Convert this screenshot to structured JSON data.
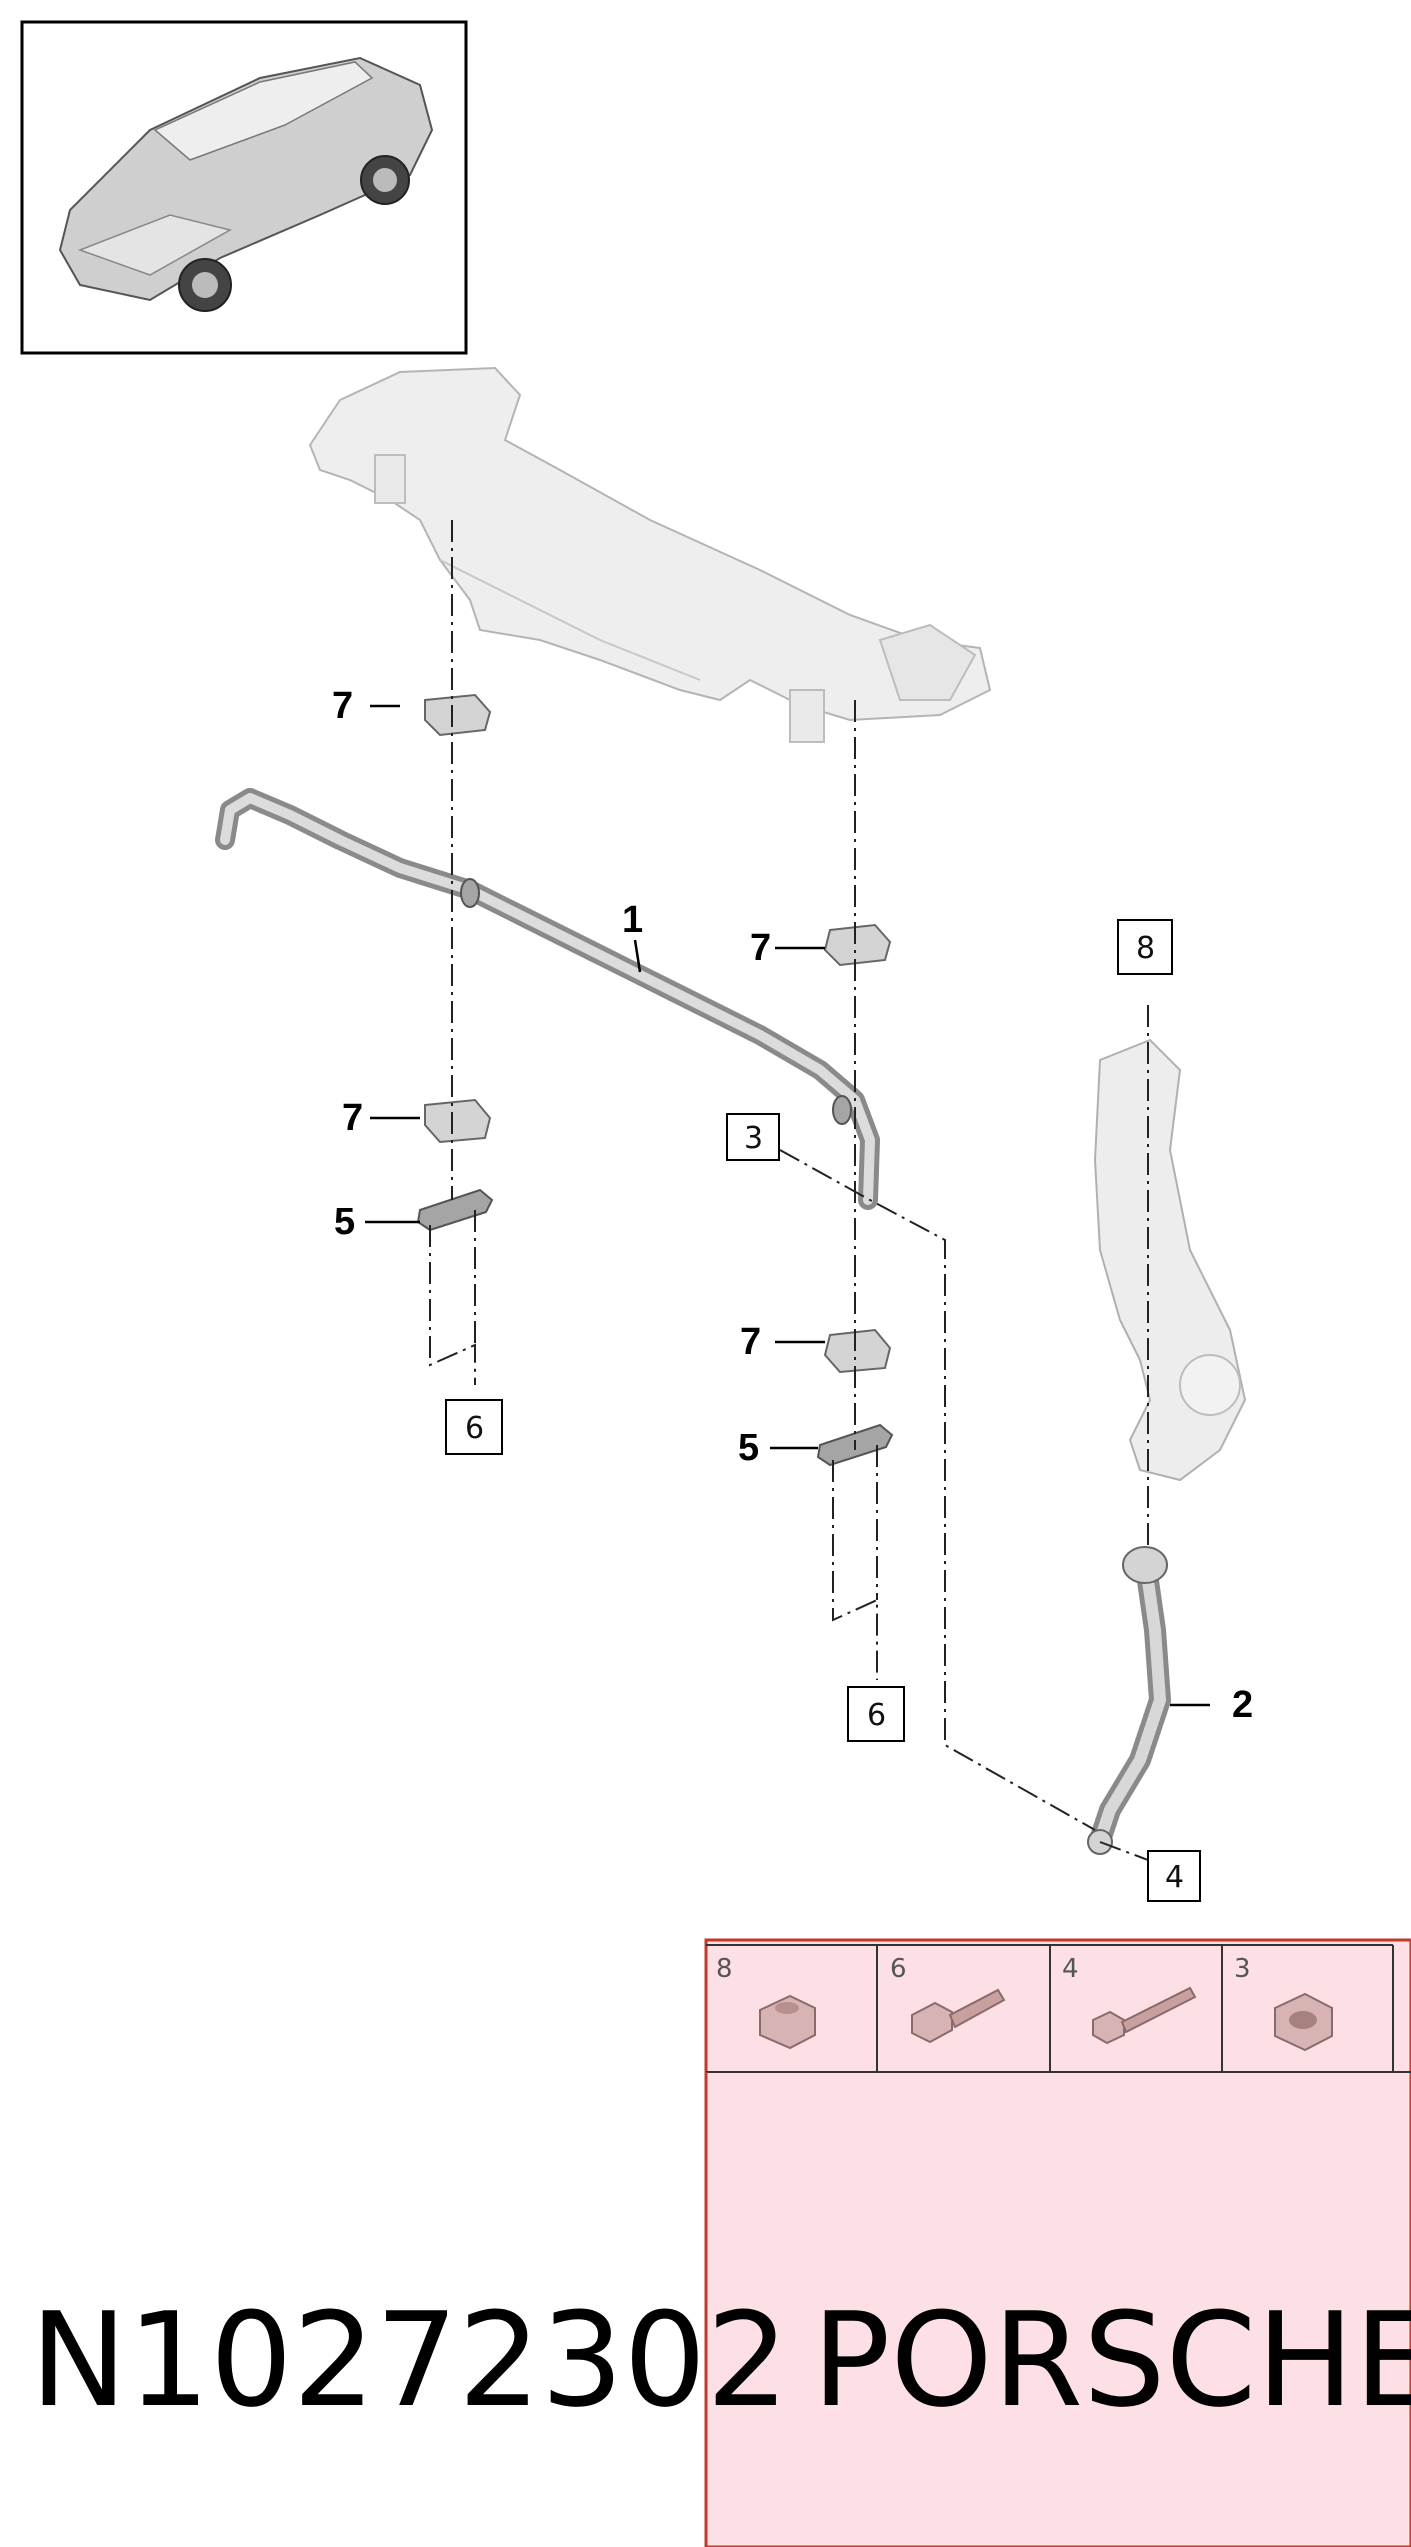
{
  "drawing_number": "N10272302",
  "brand": "PORSCHE",
  "callouts": {
    "c1": "1",
    "c2": "2",
    "c5a": "5",
    "c5b": "5",
    "c7a": "7",
    "c7b": "7",
    "c7c": "7",
    "c7d": "7"
  },
  "boxed_refs": {
    "b3": "3",
    "b4": "4",
    "b6a": "6",
    "b6b": "6",
    "b8": "8"
  },
  "hardware_table": {
    "cells": [
      {
        "label": "8",
        "icon": "flange-nut-icon"
      },
      {
        "label": "6",
        "icon": "short-bolt-icon"
      },
      {
        "label": "4",
        "icon": "long-bolt-icon"
      },
      {
        "label": "3",
        "icon": "hex-nut-icon"
      }
    ]
  },
  "colors": {
    "panel_fill": "#fde0e6",
    "panel_border": "#c0392b"
  }
}
